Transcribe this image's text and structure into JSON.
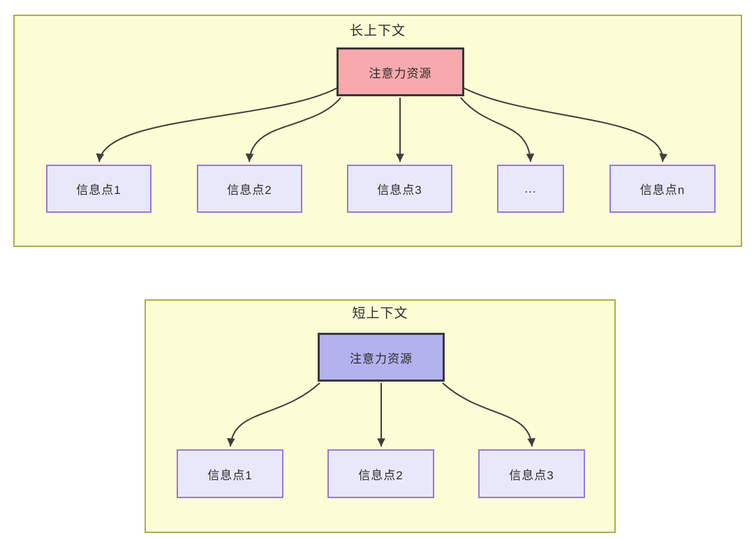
{
  "long_context": {
    "title": "长上下文",
    "attention": "注意力资源",
    "info_points": [
      "信息点1",
      "信息点2",
      "信息点3",
      "...",
      "信息点n"
    ]
  },
  "short_context": {
    "title": "短上下文",
    "attention": "注意力资源",
    "info_points": [
      "信息点1",
      "信息点2",
      "信息点3"
    ]
  },
  "colors": {
    "container_fill": "#fdfdd5",
    "container_border": "#aeae45",
    "attention_long_fill": "#f8a9ad",
    "attention_short_fill": "#b2b2ef",
    "attention_border": "#383838",
    "info_fill": "#e9e8fb",
    "info_border": "#9878d8",
    "arrow": "#3d3d3d",
    "text": "#2b2b2b"
  }
}
